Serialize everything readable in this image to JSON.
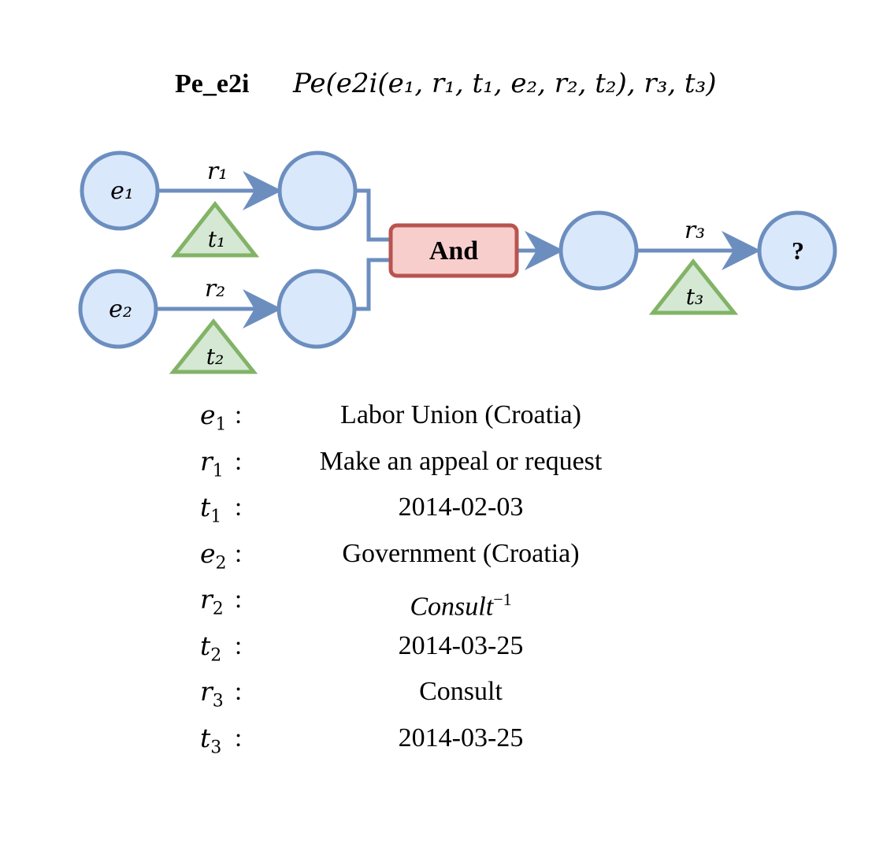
{
  "title": {
    "name": "Pe_e2i",
    "formula": "Pe(e2i(e₁, r₁, t₁, e₂, r₂, t₂), r₃, t₃)"
  },
  "nodes": {
    "e1": "e₁",
    "e2": "e₂",
    "answer": "?"
  },
  "edges": {
    "r1": "r₁",
    "r2": "r₂",
    "r3": "r₃"
  },
  "times": {
    "t1": "t₁",
    "t2": "t₂",
    "t3": "t₃"
  },
  "operator": "And",
  "legend": [
    {
      "key": "e",
      "sub": "1",
      "colon": ":",
      "value": "Labor Union (Croatia)"
    },
    {
      "key": "r",
      "sub": "1",
      "colon": ":",
      "value": "Make an appeal or request"
    },
    {
      "key": "t",
      "sub": "1",
      "colon": ":",
      "value": "2014-02-03"
    },
    {
      "key": "e",
      "sub": "2",
      "colon": ":",
      "value": "Government (Croatia)"
    },
    {
      "key": "r",
      "sub": "2",
      "colon": ":",
      "value": "Consult",
      "sup": "−1",
      "italic": true
    },
    {
      "key": "t",
      "sub": "2",
      "colon": ":",
      "value": "2014-03-25"
    },
    {
      "key": "r",
      "sub": "3",
      "colon": ":",
      "value": "Consult"
    },
    {
      "key": "t",
      "sub": "3",
      "colon": ":",
      "value": "2014-03-25"
    }
  ],
  "colors": {
    "entity_fill": "#dae8fc",
    "entity_stroke": "#6c8ebf",
    "time_fill": "#d5e8d4",
    "time_stroke": "#82b366",
    "operator_fill": "#f8cecc",
    "operator_stroke": "#b85450"
  }
}
